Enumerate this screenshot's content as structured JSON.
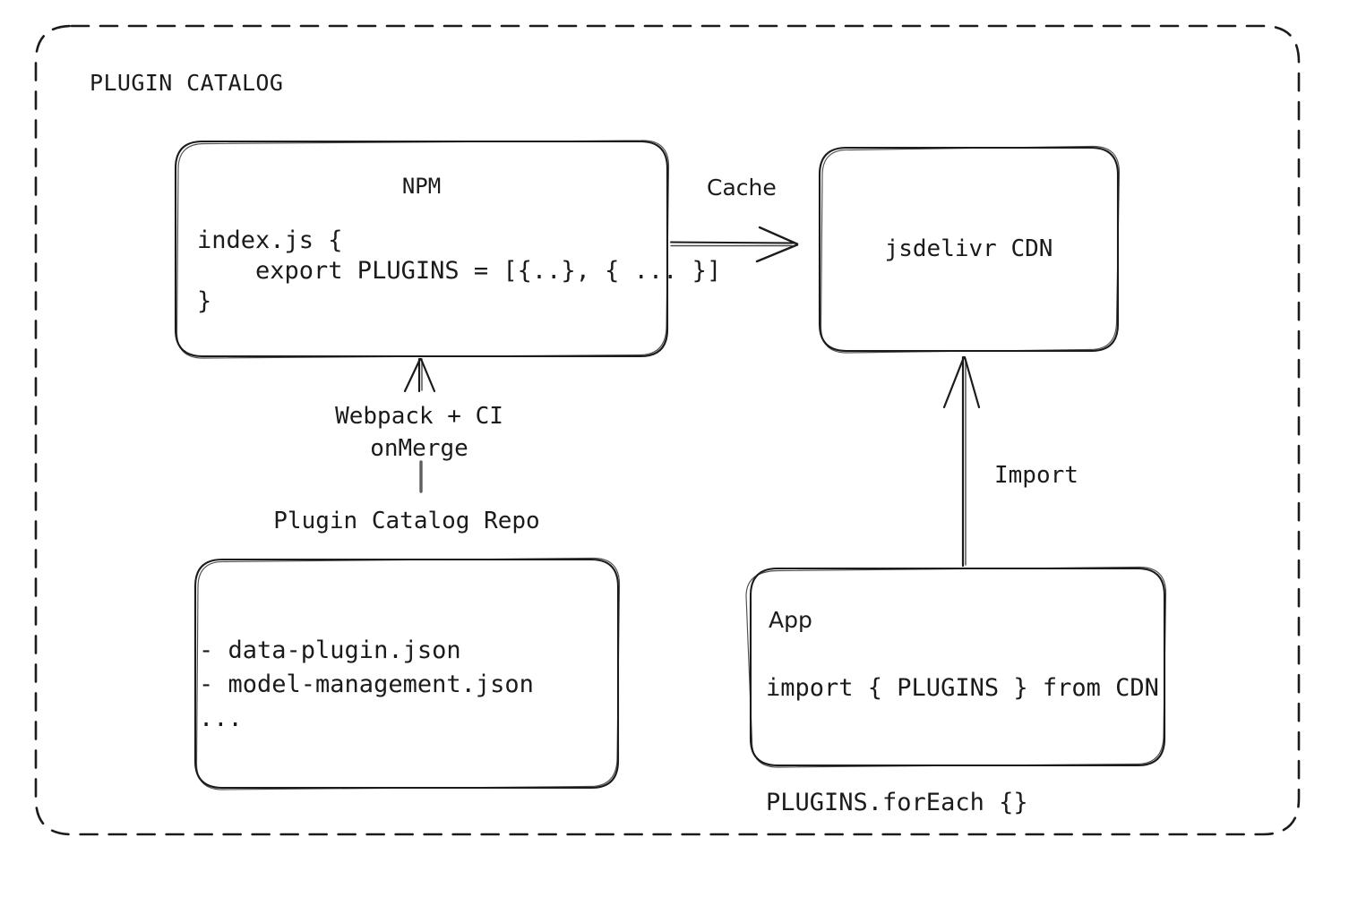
{
  "diagram": {
    "group": {
      "title": "PLUGIN CATALOG",
      "border_style": "dashed",
      "border_color": "#1b1b1b"
    },
    "nodes": {
      "npm": {
        "title": "NPM",
        "code": "index.js {\n    export PLUGINS = [{..}, { ... }]\n}"
      },
      "cdn": {
        "title": "jsdelivr CDN"
      },
      "repo": {
        "caption": "Plugin Catalog Repo",
        "files": "- data-plugin.json\n- model-management.json\n..."
      },
      "app": {
        "title": "App",
        "code": "import { PLUGINS } from CDN\n\nPLUGINS.forEach {}"
      }
    },
    "edges": {
      "cache": {
        "label": "Cache",
        "from": "npm",
        "to": "cdn",
        "direction": "right"
      },
      "build": {
        "label": "Webpack + CI\nonMerge",
        "from": "repo",
        "to": "npm",
        "direction": "up"
      },
      "import": {
        "label": "Import",
        "from": "app",
        "to": "cdn",
        "direction": "up"
      }
    },
    "colors": {
      "stroke": "#1b1b1b",
      "background": "#ffffff",
      "text": "#1b1b1b"
    }
  }
}
